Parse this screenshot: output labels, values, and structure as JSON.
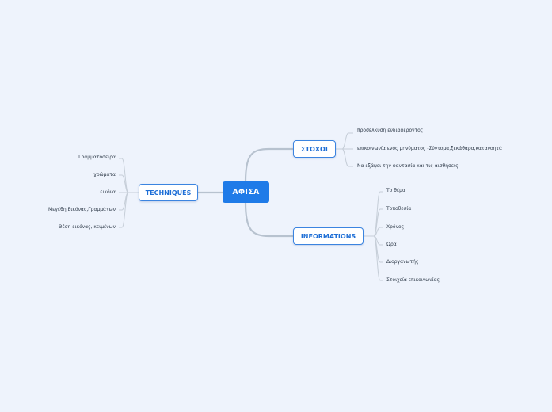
{
  "root": {
    "label": "ΑΦΙΣΑ"
  },
  "stoxoi": {
    "label": "ΣΤΟΧΟΙ",
    "items": [
      "προσέλκυση ενδιαφέροντος",
      "επικοινωνία ενός μηνύματος -Σύντομα,ξεκάθαρα,κατανοητά",
      "Να εξάψει την φαντασία και τις αισθήσεις"
    ]
  },
  "techniques": {
    "label": "TECHNIQUES",
    "items": [
      "Γραμματοσειρα",
      "χρώματα",
      "εικόνα",
      "Μεγέθη Εικόνας,Γραμμάτων",
      "Θέση εικόνας, κειμένων"
    ]
  },
  "informations": {
    "label": "INFORMATIONS",
    "items": [
      "Το θέμα",
      "Τοποθεσία",
      "Χρόνος",
      "Ώρα",
      "Διοργανωτής",
      "Στοιχεία επικοινωνίας"
    ]
  },
  "colors": {
    "background": "#eef3fc",
    "root_fill": "#1f7be8",
    "node_border": "#3b84e0",
    "connector": "#b7c2cf"
  }
}
